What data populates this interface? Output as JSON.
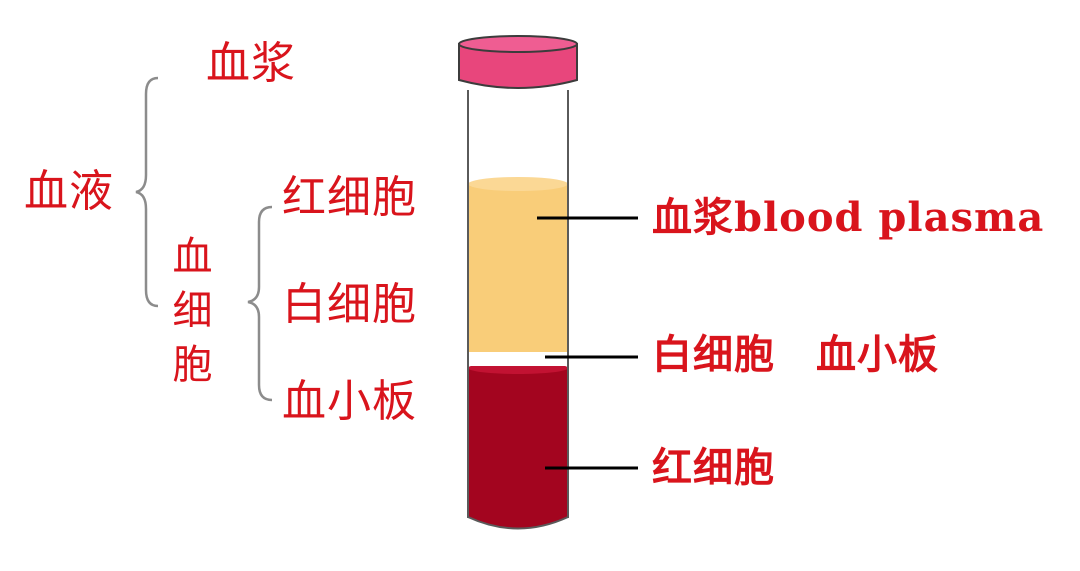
{
  "colors": {
    "label": "#d9141c",
    "brace": "#8c8c8c",
    "cap": "#e8467c",
    "plasma": "#f9cd79",
    "buffy_coat": "#ffffff",
    "red_cells": "#a3051f",
    "leader": "#000000"
  },
  "hierarchy": {
    "blood": "血液",
    "plasma": "血浆",
    "blood_cells": "血细胞",
    "red_blood_cells": "红细胞",
    "white_blood_cells": "白细胞",
    "platelets": "血小板"
  },
  "tube_labels": {
    "plasma": "血浆blood plasma",
    "buffy_coat": "白细胞　血小板",
    "red_cells": "红细胞"
  }
}
